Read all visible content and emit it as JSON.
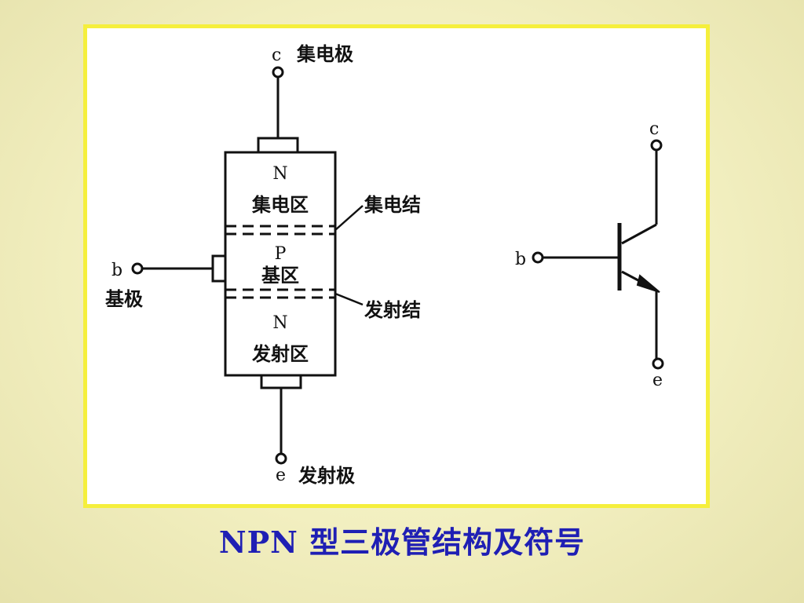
{
  "structure": {
    "collector_terminal": "c",
    "collector_electrode": "集电极",
    "collector_type": "N",
    "collector_region": "集电区",
    "collector_junction": "集电结",
    "base_type": "P",
    "base_region": "基区",
    "base_terminal": "b",
    "base_electrode": "基极",
    "emitter_junction": "发射结",
    "emitter_type": "N",
    "emitter_region": "发射区",
    "emitter_terminal": "e",
    "emitter_electrode": "发射极"
  },
  "symbol": {
    "collector_terminal": "c",
    "base_terminal": "b",
    "emitter_terminal": "e"
  },
  "caption": "NPN 型三极管结构及符号",
  "colors": {
    "frame_border": "#f5ef3c",
    "caption": "#1f1fb4",
    "background": "#f2efc0"
  }
}
